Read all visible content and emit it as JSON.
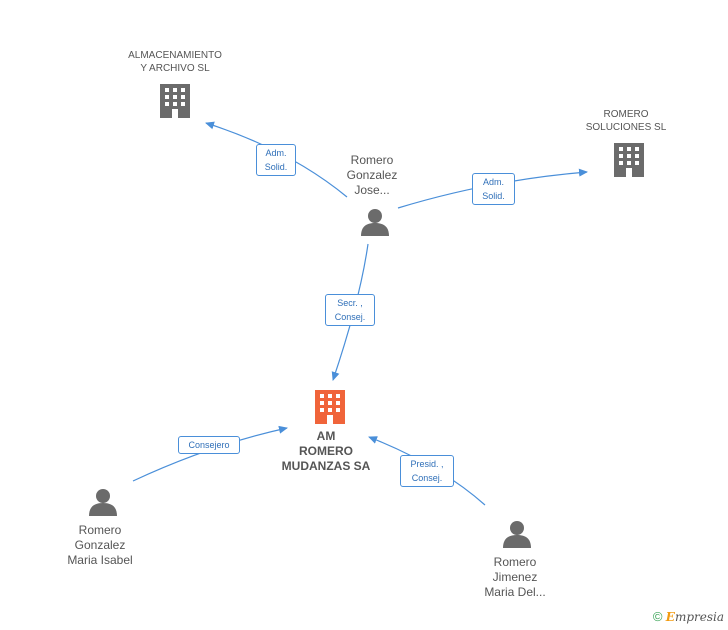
{
  "nodes": {
    "almacenamiento": {
      "label": "ALMACENAMIENTO\nY ARCHIVO  SL",
      "icon": "building-icon",
      "color": "#6b6b6b"
    },
    "romero_soluciones": {
      "label": "ROMERO\nSOLUCIONES SL",
      "icon": "building-icon",
      "color": "#6b6b6b"
    },
    "romero_jose": {
      "label": "Romero\nGonzalez\nJose...",
      "icon": "person-icon",
      "color": "#6b6b6b"
    },
    "am_romero": {
      "label": "AM\nROMERO\nMUDANZAS SA",
      "icon": "building-icon",
      "color": "#f0643a"
    },
    "romero_maria_isabel": {
      "label": "Romero\nGonzalez\nMaria Isabel",
      "icon": "person-icon",
      "color": "#6b6b6b"
    },
    "romero_maria_del": {
      "label": "Romero\nJimenez\nMaria Del...",
      "icon": "person-icon",
      "color": "#6b6b6b"
    }
  },
  "edges": {
    "jose_almacenamiento": {
      "label": "Adm.\nSolid."
    },
    "jose_soluciones": {
      "label": "Adm.\nSolid."
    },
    "jose_am": {
      "label": "Secr. ,\nConsej."
    },
    "isabel_am": {
      "label": "Consejero"
    },
    "del_am": {
      "label": "Presid. ,\nConsej."
    }
  },
  "colors": {
    "edge": "#4a8fd9",
    "icon_gray": "#6b6b6b",
    "icon_main": "#f0643a"
  },
  "footer": {
    "copyright": "©",
    "brand_first": "E",
    "brand_rest": "mpresia"
  }
}
